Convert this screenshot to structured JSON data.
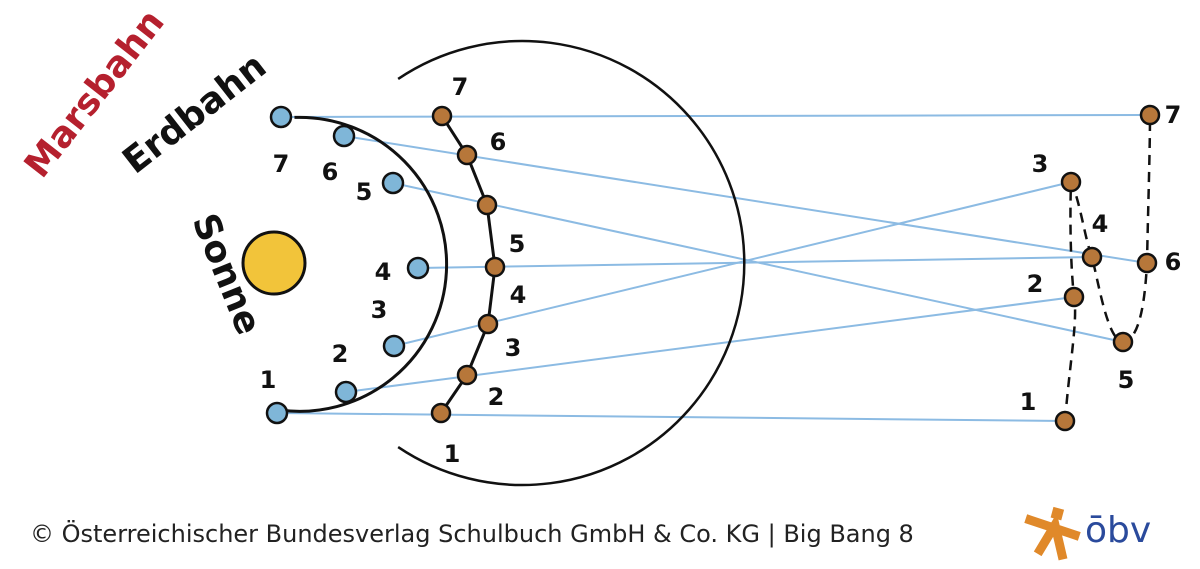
{
  "labels": {
    "mars_orbit": "Marsbahn",
    "earth_orbit": "Erdbahn",
    "sun": "Sonne"
  },
  "earth_numbers": [
    "1",
    "2",
    "3",
    "4",
    "5",
    "6",
    "7"
  ],
  "mars_numbers": [
    "1",
    "2",
    "3",
    "4",
    "5",
    "6",
    "7"
  ],
  "apparent_numbers": [
    "1",
    "2",
    "3",
    "4",
    "5",
    "6",
    "7"
  ],
  "footer": "© Österreichischer Bundesverlag Schulbuch GmbH & Co. KG |  Big Bang 8",
  "logo": "ōbv",
  "colors": {
    "earth": "#7fb6d8",
    "mars": "#b7773a",
    "sun": "#f2c43a",
    "sightline": "#8cbbe3",
    "mars_label": "#b5202e",
    "logo_orange": "#e0892a",
    "logo_blue": "#2a4a9c"
  }
}
